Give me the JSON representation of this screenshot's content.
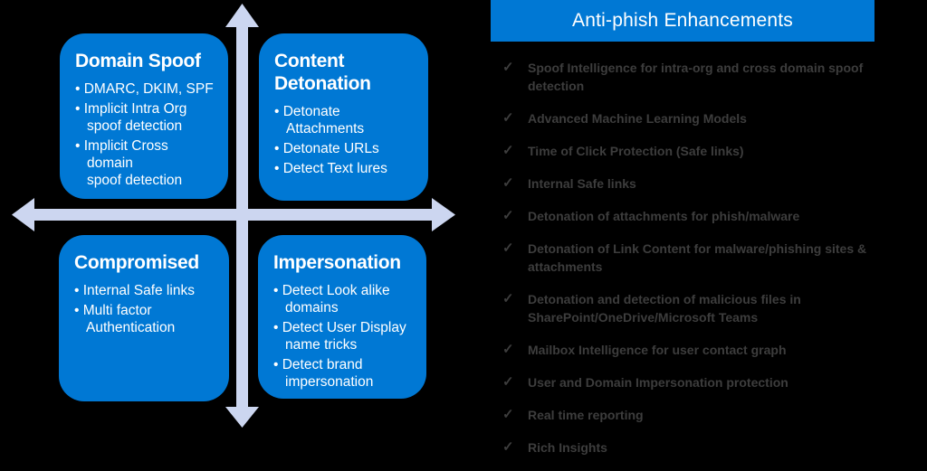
{
  "colors": {
    "box_blue": "#0078d4",
    "header_blue": "#0078d4",
    "arrow": "#ccd6f0",
    "check_text": "#3d3d3d",
    "background": "#000000",
    "white": "#ffffff"
  },
  "quadrants": [
    {
      "title": "Domain Spoof",
      "bullets": [
        "DMARC, DKIM, SPF",
        "Implicit Intra Org\nspoof detection",
        "Implicit Cross domain\nspoof detection"
      ]
    },
    {
      "title": "Content\nDetonation",
      "bullets": [
        "Detonate\nAttachments",
        "Detonate URLs",
        "Detect Text lures"
      ]
    },
    {
      "title": "Compromised",
      "bullets": [
        "Internal Safe links",
        "Multi factor\nAuthentication"
      ]
    },
    {
      "title": "Impersonation",
      "bullets": [
        "Detect Look alike\ndomains",
        "Detect User Display\nname tricks",
        "Detect brand\nimpersonation"
      ]
    }
  ],
  "panel": {
    "title": "Anti-phish Enhancements",
    "check_glyph": "✓",
    "items": [
      "Spoof Intelligence for intra-org and cross domain spoof\ndetection",
      "Advanced Machine Learning Models",
      "Time of Click Protection (Safe links)",
      "Internal Safe links",
      "Detonation of attachments for phish/malware",
      "Detonation of Link Content for malware/phishing sites &\nattachments",
      "Detonation and detection of malicious files in\nSharePoint/OneDrive/Microsoft Teams",
      "Mailbox Intelligence for user contact graph",
      "User and Domain Impersonation protection",
      "Real time reporting",
      "Rich Insights"
    ]
  }
}
